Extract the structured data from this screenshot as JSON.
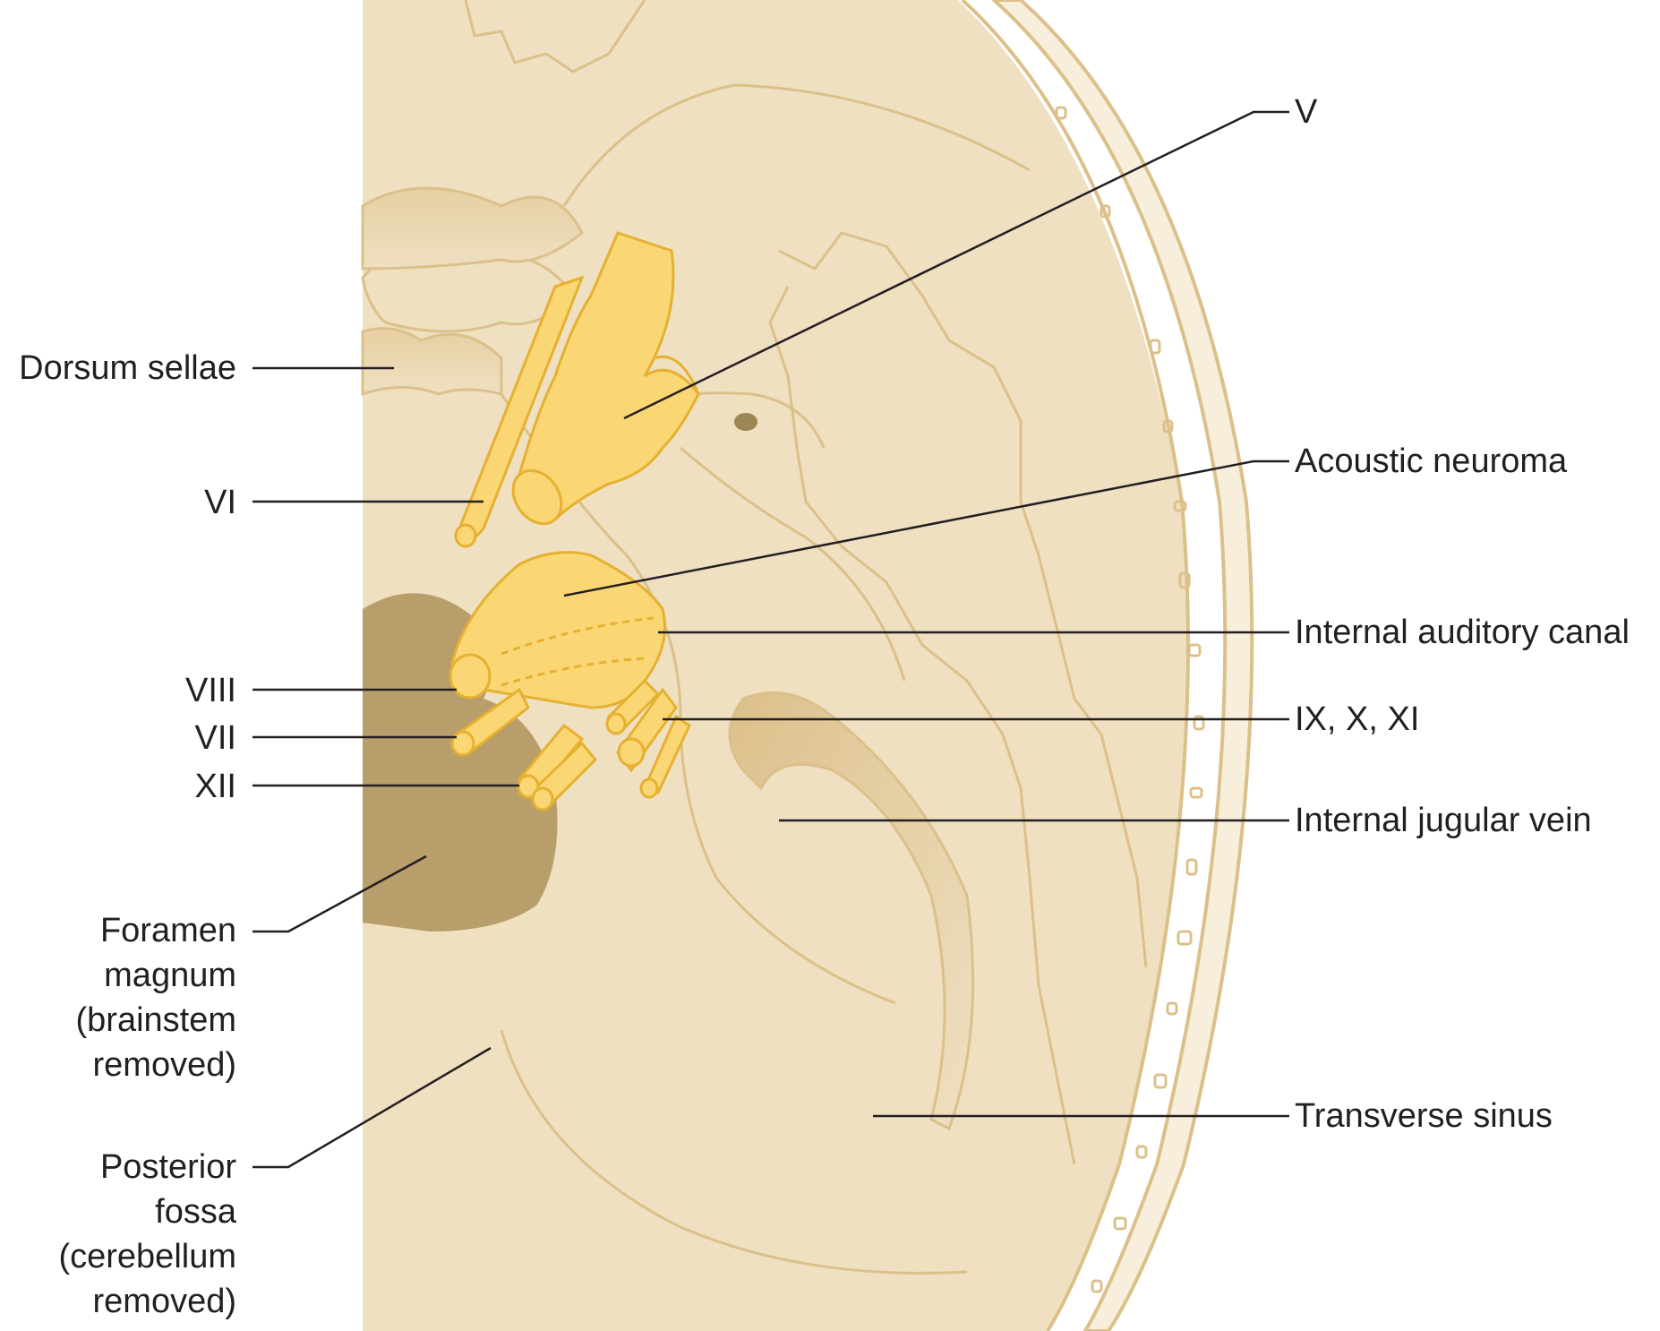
{
  "labels": {
    "dorsum_sellae": "Dorsum sellae",
    "vi": "VI",
    "viii": "VIII",
    "vii": "VII",
    "xii": "XII",
    "foramen_magnum": "Foramen\nmagnum\n(brainstem\nremoved)",
    "posterior_fossa": "Posterior\nfossa\n(cerebellum\nremoved)",
    "v": "V",
    "acoustic_neuroma": "Acoustic neuroma",
    "internal_auditory_canal": "Internal auditory canal",
    "ix_x_xi": "IX, X, XI",
    "internal_jugular_vein": "Internal jugular vein",
    "transverse_sinus": "Transverse sinus"
  },
  "colors": {
    "bone": "#efe0c2",
    "bone_outline": "#dcc08a",
    "nerve_fill": "#fad774",
    "nerve_outline": "#e6b030",
    "foramen": "#b79e6a",
    "leader": "#231f20"
  }
}
